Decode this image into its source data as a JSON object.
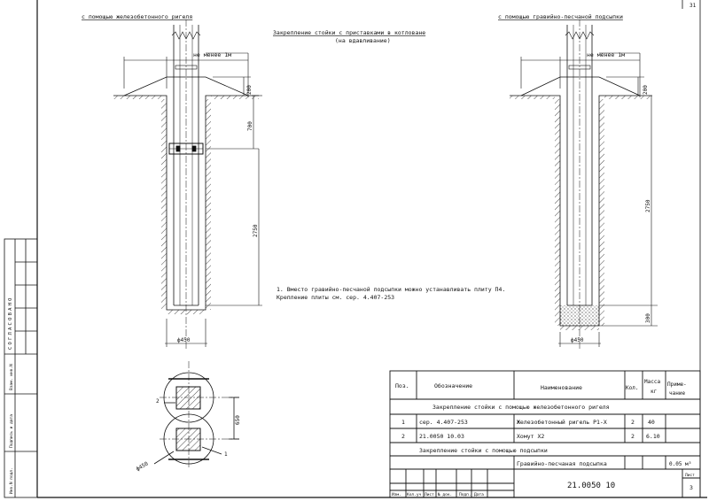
{
  "sheet": {
    "page_number": "31",
    "sheet_label": "Лист",
    "sheet_number": "3",
    "doc_code": "21.0050 10"
  },
  "left_view": {
    "title": "с помощью железобетонного ригеля",
    "dim_min": "не менее 1м",
    "dim_200": "200",
    "dim_700": "700",
    "dim_2750": "2750",
    "dim_dia": "ф450"
  },
  "right_view": {
    "title": "с помощью гравийно-песчаной подсыпки",
    "dim_min": "не менее 1м",
    "dim_200": "200",
    "dim_2750": "2750",
    "dim_300": "300",
    "dim_dia": "ф450"
  },
  "main_title": {
    "line1": "Закрепление стойки с приставками в котловане",
    "line2": "(на вдавливание)"
  },
  "note": {
    "line1": "1. Вместо гравийно-песчаной подсыпки можно устанавливать плиту П4.",
    "line2": "Крепление плиты см. сер. 4.407-253"
  },
  "plan_view": {
    "label_2": "2",
    "label_1": "1",
    "dim_650": "650",
    "dim_dia": "ф450"
  },
  "spec_table": {
    "headers": {
      "pos": "Поз.",
      "designation": "Обозначение",
      "name": "Наименование",
      "qty": "Кол.",
      "mass_l1": "Масса",
      "mass_l2": "кг",
      "note_l1": "Приме-",
      "note_l2": "чание"
    },
    "section1": "Закрепление стойки с помощью железобетонного ригеля",
    "rows": [
      {
        "pos": "1",
        "designation": "сер. 4.407-253",
        "name": "Железобетонный ригель Р1-Х",
        "qty": "2",
        "mass": "40",
        "note": ""
      },
      {
        "pos": "2",
        "designation": "21.0050 10.03",
        "name": "Хомут Х2",
        "qty": "2",
        "mass": "6.10",
        "note": ""
      }
    ],
    "section2": "Закрепление стойки с помощью подсыпки",
    "row3": {
      "pos": "",
      "designation": "",
      "name": "Гравийно-песчаная подсыпка",
      "qty": "",
      "mass": "",
      "note": "0.05 м³"
    }
  },
  "title_block": {
    "c1": "Изм.",
    "c2": "Кол.уч",
    "c3": "Лист",
    "c4": "№ док.",
    "c5": "Подп.",
    "c6": "Дата"
  },
  "side_stamp": {
    "agreed": "СОГЛАСОВАНО",
    "vzam": "Взам. инв.N",
    "podp": "Подпись и дата",
    "inv": "Инв.N подл."
  }
}
